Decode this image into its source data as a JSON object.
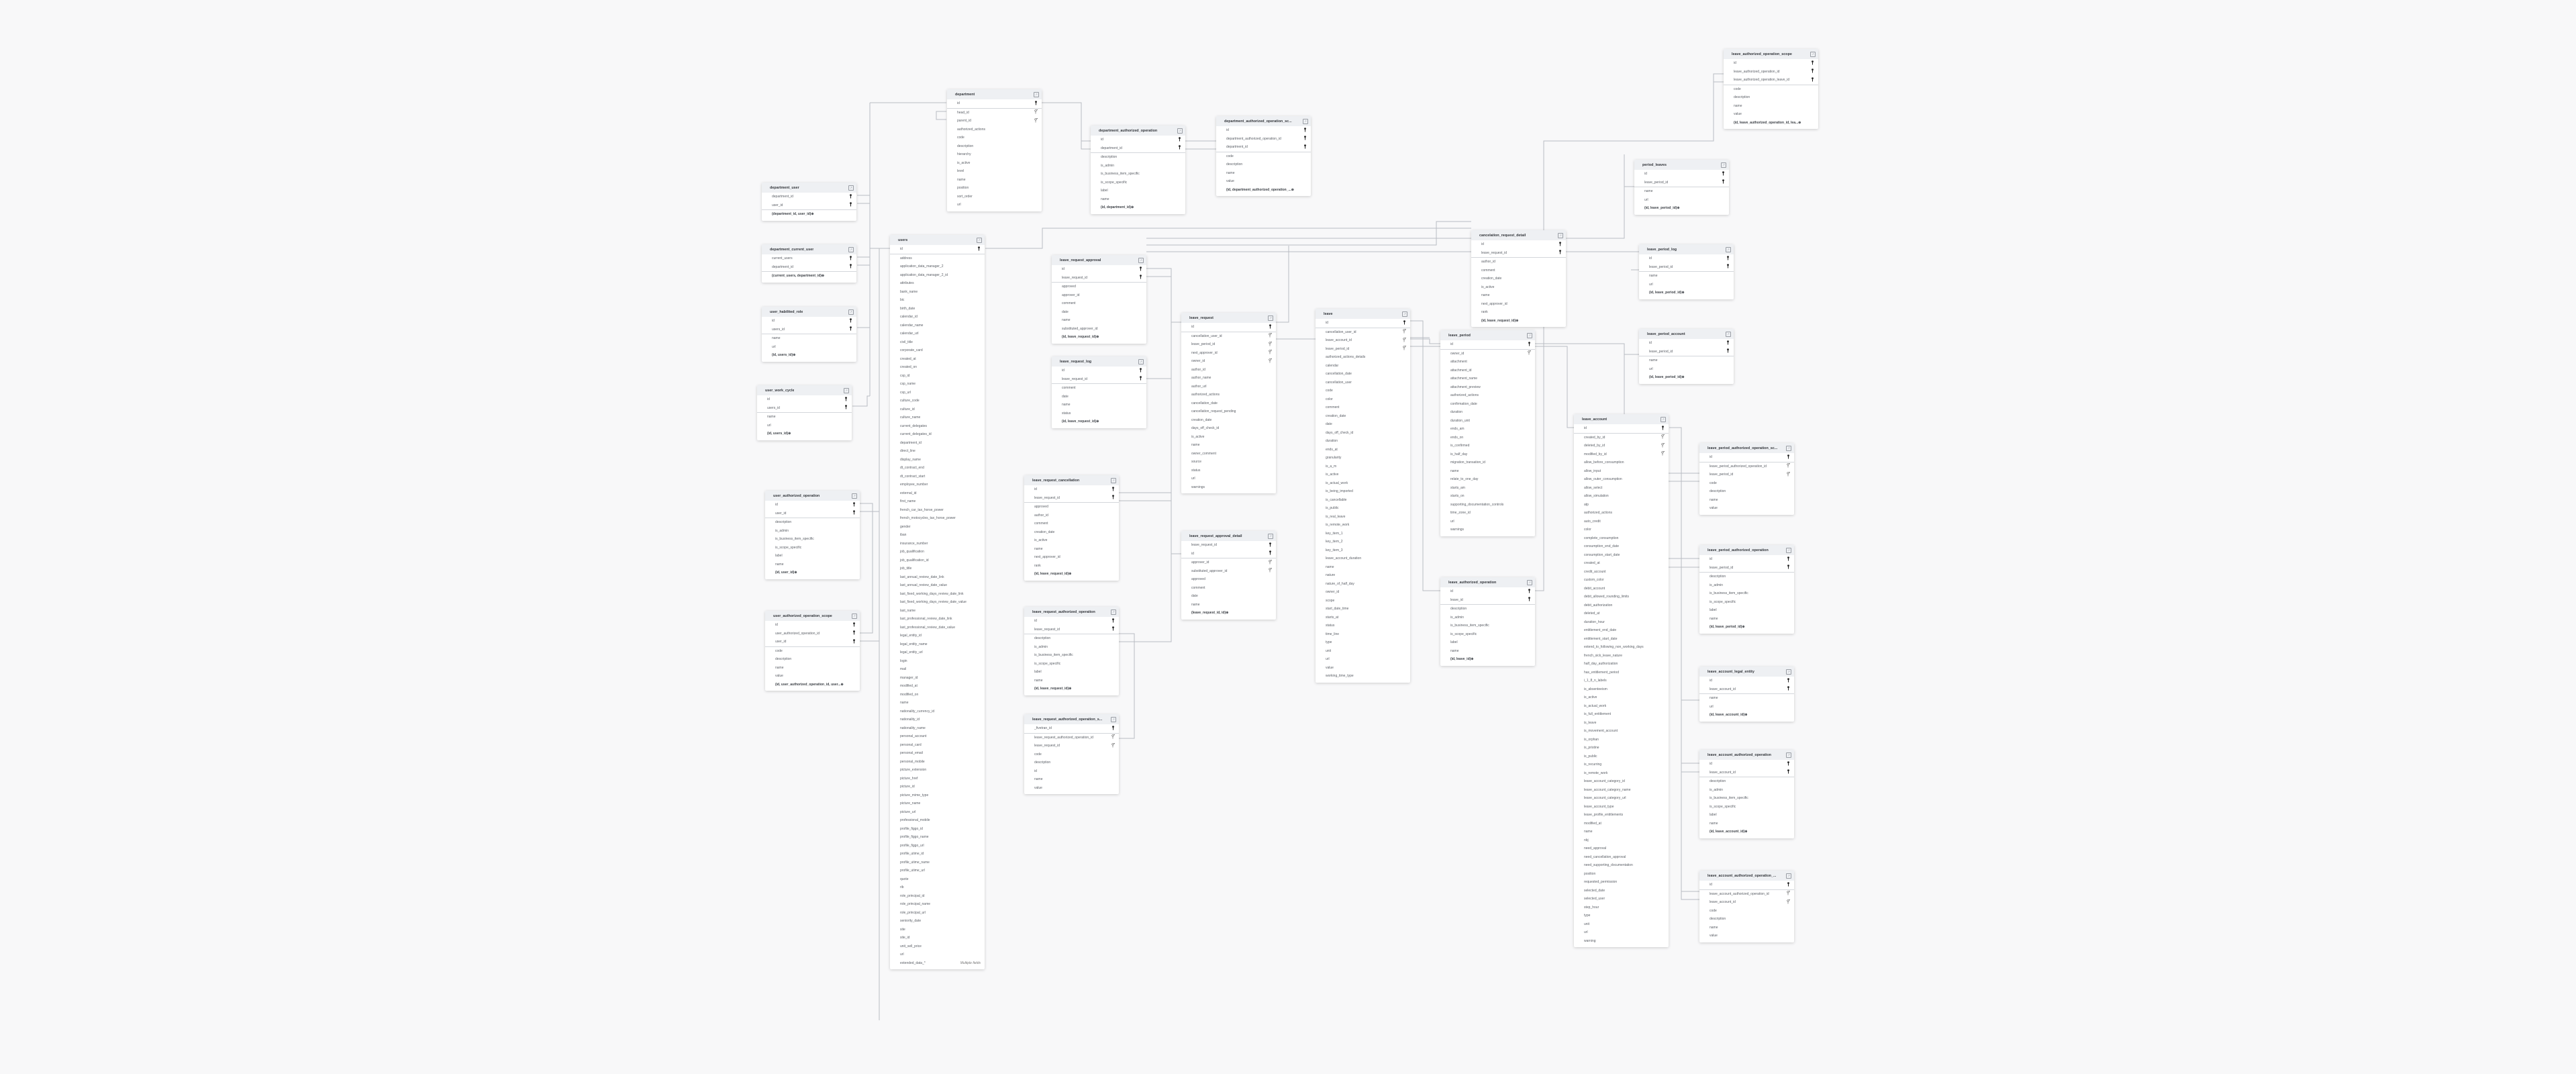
{
  "colors": {
    "background": "#f8f8f9",
    "header": "#eef0f3",
    "line": "#b9bcc2"
  },
  "tables": [
    {
      "name": "department",
      "pk": [
        "id"
      ],
      "fk": [
        "head_id",
        "parent_id"
      ],
      "cols": [
        "authorized_actions",
        "code",
        "description",
        "hierarchy",
        "is_active",
        "level",
        "name",
        "position",
        "sort_order",
        "url"
      ]
    },
    {
      "name": "department_user",
      "pk": [
        "department_id",
        "user_id"
      ],
      "fk": [],
      "cols": [],
      "composite": "(department_id, user_id)"
    },
    {
      "name": "department_current_user",
      "pk": [
        "current_users",
        "department_id"
      ],
      "fk": [],
      "cols": [],
      "composite": "(current_users, department_id)"
    },
    {
      "name": "user_habilited_role",
      "pk": [
        "id",
        "users_id"
      ],
      "fk": [],
      "cols": [
        "name",
        "url"
      ],
      "composite": "(id, users_id)"
    },
    {
      "name": "user_work_cycle",
      "pk": [
        "id",
        "users_id"
      ],
      "fk": [],
      "cols": [
        "name",
        "url"
      ],
      "composite": "(id, users_id)"
    },
    {
      "name": "users",
      "pk": [
        "id"
      ],
      "fk": [],
      "cols": [
        "address",
        "application_data_manager_2",
        "application_data_manager_2_id",
        "attributes",
        "bank_name",
        "bic",
        "birth_date",
        "calendar_id",
        "calendar_name",
        "calendar_url",
        "civil_title",
        "corporate_card",
        "created_at",
        "created_on",
        "csp_id",
        "csp_name",
        "csp_url",
        "culture_code",
        "culture_id",
        "culture_name",
        "current_delegates",
        "current_delegates_id",
        "department_id",
        "direct_line",
        "display_name",
        "dt_contract_end",
        "dt_contract_start",
        "employee_number",
        "external_id",
        "first_name",
        "french_car_tax_horse_power",
        "french_motocycles_tax_horse_power",
        "gender",
        "iban",
        "insurance_number",
        "job_qualification",
        "job_qualification_id",
        "job_title",
        "last_annual_review_date_link",
        "last_annual_review_date_value",
        "last_fixed_working_days_review_date_link",
        "last_fixed_working_days_review_date_value",
        "last_name",
        "last_professional_review_date_link",
        "last_professional_review_date_value",
        "legal_entity_id",
        "legal_entity_name",
        "legal_entity_url",
        "login",
        "mail",
        "manager_id",
        "modified_at",
        "modified_on",
        "name",
        "nationality_currency_id",
        "nationality_id",
        "nationality_name",
        "personal_account",
        "personal_card",
        "personal_email",
        "personal_mobile",
        "picture_extension",
        "picture_href",
        "picture_id",
        "picture_mime_type",
        "picture_name",
        "picture_url",
        "professional_mobile",
        "profile_figgo_id",
        "profile_figgo_name",
        "profile_figgo_url",
        "profile_utime_id",
        "profile_utime_name",
        "profile_utime_url",
        "quote",
        "rib",
        "role_principal_id",
        "role_principal_name",
        "role_principal_url",
        "seniority_date",
        "site",
        "site_id",
        "unit_sell_price",
        "url"
      ],
      "extra": {
        "name": "extended_data_*",
        "note": "Multiple fields"
      }
    },
    {
      "name": "department_authorized_operation",
      "pk": [
        "id",
        "department_id"
      ],
      "fk": [],
      "cols": [
        "description",
        "is_admin",
        "is_business_item_specific",
        "is_scope_specific",
        "label",
        "name"
      ],
      "composite": "(id, department_id)"
    },
    {
      "name": "department_authorized_operation_sc...",
      "pk": [
        "id",
        "department_authorized_operation_id",
        "department_id"
      ],
      "fk": [],
      "cols": [
        "code",
        "description",
        "name",
        "value"
      ],
      "composite": "(id, department_authorized_operation_..."
    },
    {
      "name": "user_authorized_operation",
      "pk": [
        "id",
        "user_id"
      ],
      "fk": [],
      "cols": [
        "description",
        "is_admin",
        "is_business_item_specific",
        "is_scope_specific",
        "label",
        "name"
      ],
      "composite": "(id, user_id)"
    },
    {
      "name": "user_authorized_operation_scope",
      "pk": [
        "id",
        "user_authorized_operation_id",
        "user_id"
      ],
      "fk": [],
      "cols": [
        "code",
        "description",
        "name",
        "value"
      ],
      "composite": "(id, user_authorized_operation_id, user..."
    },
    {
      "name": "leave_request_approval",
      "pk": [
        "id",
        "leave_request_id"
      ],
      "fk": [],
      "cols": [
        "approved",
        "approver_id",
        "comment",
        "date",
        "name",
        "substituted_approver_id"
      ],
      "composite": "(id, leave_request_id)"
    },
    {
      "name": "leave_request_log",
      "pk": [
        "id",
        "leave_request_id"
      ],
      "fk": [],
      "cols": [
        "comment",
        "date",
        "name",
        "status"
      ],
      "composite": "(id, leave_request_id)"
    },
    {
      "name": "leave_request_cancellation",
      "pk": [
        "id",
        "leave_request_id"
      ],
      "fk": [],
      "cols": [
        "approved",
        "author_id",
        "comment",
        "creation_date",
        "is_active",
        "name",
        "next_approver_id",
        "rank"
      ],
      "composite": "(id, leave_request_id)"
    },
    {
      "name": "leave_request_authorized_operation",
      "pk": [
        "id",
        "leave_request_id"
      ],
      "fk": [],
      "cols": [
        "description",
        "is_admin",
        "is_business_item_specific",
        "is_scope_specific",
        "label",
        "name"
      ],
      "composite": "(id, leave_request_id)"
    },
    {
      "name": "leave_request_authorized_operation_s...",
      "pk": [
        "_fivetran_id"
      ],
      "fk": [
        "leave_request_authorized_operation_id",
        "leave_request_id"
      ],
      "cols": [
        "code",
        "description",
        "id",
        "name",
        "value"
      ]
    },
    {
      "name": "leave_request",
      "pk": [
        "id"
      ],
      "fk": [
        "cancellation_user_id",
        "leave_period_id",
        "next_approver_id",
        "owner_id"
      ],
      "cols": [
        "author_id",
        "author_name",
        "author_url",
        "authorized_actions",
        "cancellation_date",
        "cancellation_request_pending",
        "creation_date",
        "days_off_check_id",
        "is_active",
        "name",
        "owner_comment",
        "source",
        "status",
        "url",
        "warnings"
      ]
    },
    {
      "name": "leave_request_approval_detail",
      "pk": [
        "leave_request_id",
        "id"
      ],
      "fk": [
        "approver_id",
        "substituted_approver_id"
      ],
      "cols": [
        "approved",
        "comment",
        "date",
        "name"
      ],
      "composite": "(leave_request_id, id)"
    },
    {
      "name": "leave",
      "pk": [
        "id"
      ],
      "fk": [
        "cancellation_user_id",
        "leave_account_id",
        "leave_period_id"
      ],
      "cols": [
        "authorized_actions_details",
        "calendar",
        "cancellation_date",
        "cancellation_user",
        "code",
        "color",
        "comment",
        "creation_date",
        "date",
        "days_off_check_id",
        "duration",
        "ends_at",
        "granularity",
        "is_a_m",
        "is_active",
        "is_actual_work",
        "is_being_imported",
        "is_cancellable",
        "is_public",
        "is_real_leave",
        "is_remote_work",
        "key_item_1",
        "key_item_2",
        "key_item_3",
        "leave_account_duration",
        "name",
        "nature",
        "nature_of_half_day",
        "owner_id",
        "scope",
        "start_date_time",
        "starts_at",
        "status",
        "time_line",
        "type",
        "unit",
        "url",
        "value",
        "working_time_type"
      ]
    },
    {
      "name": "cancelation_request_detail",
      "pk": [
        "id",
        "leave_request_id"
      ],
      "fk": [],
      "cols": [
        "author_id",
        "comment",
        "creation_date",
        "is_active",
        "name",
        "next_approver_id",
        "rank"
      ],
      "composite": "(id, leave_request_id)"
    },
    {
      "name": "leave_period",
      "pk": [
        "id"
      ],
      "fk": [
        "owner_id"
      ],
      "cols": [
        "attachment",
        "attachment_id",
        "attachment_name",
        "attachment_preview",
        "authorized_actions",
        "confirmation_date",
        "duration",
        "duration_unit",
        "ends_am",
        "ends_on",
        "is_confirmed",
        "is_half_day",
        "migration_transation_id",
        "name",
        "relate_to_one_day",
        "starts_am",
        "starts_on",
        "supporting_documentation_controls",
        "time_zone_id",
        "url",
        "warnings"
      ]
    },
    {
      "name": "leave_authorized_operation",
      "pk": [
        "id",
        "leave_id"
      ],
      "fk": [],
      "cols": [
        "description",
        "is_admin",
        "is_business_item_specific",
        "is_scope_specific",
        "label",
        "name"
      ],
      "composite": "(id, leave_id)"
    },
    {
      "name": "leave_account",
      "pk": [
        "id"
      ],
      "fk": [
        "created_by_id",
        "deleted_by_id",
        "modified_by_id"
      ],
      "cols": [
        "allow_before_consumption",
        "allow_input",
        "allow_outer_consumption",
        "allow_select",
        "allow_simulation",
        "atp",
        "authorized_actions",
        "auto_credit",
        "color",
        "complete_consumption",
        "consumption_end_date",
        "consumption_start_date",
        "created_at",
        "credit_account",
        "custom_color",
        "debit_account",
        "debit_allowed_rounding_limits",
        "debit_authorization",
        "deleted_at",
        "duration_hour",
        "entitlement_end_date",
        "entitlement_start_date",
        "extend_to_following_non_working_days",
        "french_sick_leave_nature",
        "half_day_authorization",
        "has_entitlement_period",
        "i_1_8_n_labels",
        "is_absenteeism",
        "is_active",
        "is_actual_work",
        "is_full_entitlement",
        "is_leave",
        "is_movement_account",
        "is_orphan",
        "is_pristine",
        "is_public",
        "is_recurring",
        "is_remote_work",
        "leave_account_category_id",
        "leave_account_category_name",
        "leave_account_category_url",
        "leave_account_type",
        "leave_profile_entitlements",
        "modified_at",
        "name",
        "nbj",
        "need_approval",
        "need_cancellation_approval",
        "need_supporting_documentation",
        "position",
        "requested_permission",
        "selected_date",
        "selected_user",
        "step_hour",
        "type",
        "unit",
        "url",
        "warning"
      ]
    },
    {
      "name": "leave_authorized_operation_scope",
      "pk": [
        "id",
        "leave_authorized_operation_id",
        "leave_authorized_operation_leave_id"
      ],
      "fk": [],
      "cols": [
        "code",
        "description",
        "name",
        "value"
      ],
      "composite": "(id, leave_authorized_operation_id, lea..."
    },
    {
      "name": "period_leaves",
      "pk": [
        "id",
        "leave_period_id"
      ],
      "fk": [],
      "cols": [
        "name",
        "url"
      ],
      "composite": "(id, leave_period_id)"
    },
    {
      "name": "leave_period_log",
      "pk": [
        "id",
        "leave_period_id"
      ],
      "fk": [],
      "cols": [
        "name",
        "url"
      ],
      "composite": "(id, leave_period_id)"
    },
    {
      "name": "leave_period_account",
      "pk": [
        "id",
        "leave_period_id"
      ],
      "fk": [],
      "cols": [
        "name",
        "url"
      ],
      "composite": "(id, leave_period_id)"
    },
    {
      "name": "leave_period_authorized_operation_sc...",
      "pk": [
        "id"
      ],
      "fk": [
        "leave_period_authorized_operation_id",
        "leave_period_id"
      ],
      "cols": [
        "code",
        "description",
        "name",
        "value"
      ]
    },
    {
      "name": "leave_period_authorized_operation",
      "pk": [
        "id",
        "leave_period_id"
      ],
      "fk": [],
      "cols": [
        "description",
        "is_admin",
        "is_business_item_specific",
        "is_scope_specific",
        "label",
        "name"
      ],
      "composite": "(id, leave_period_id)"
    },
    {
      "name": "leave_account_legal_entity",
      "pk": [
        "id",
        "leave_account_id"
      ],
      "fk": [],
      "cols": [
        "name",
        "url"
      ],
      "composite": "(id, leave_account_id)"
    },
    {
      "name": "leave_account_authorized_operation",
      "pk": [
        "id",
        "leave_account_id"
      ],
      "fk": [],
      "cols": [
        "description",
        "is_admin",
        "is_business_item_specific",
        "is_scope_specific",
        "label",
        "name"
      ],
      "composite": "(id, leave_account_id)"
    },
    {
      "name": "leave_account_authorized_operation_...",
      "pk": [
        "id"
      ],
      "fk": [
        "leave_account_authorized_operation_id",
        "leave_account_id"
      ],
      "cols": [
        "code",
        "description",
        "name",
        "value"
      ]
    }
  ]
}
